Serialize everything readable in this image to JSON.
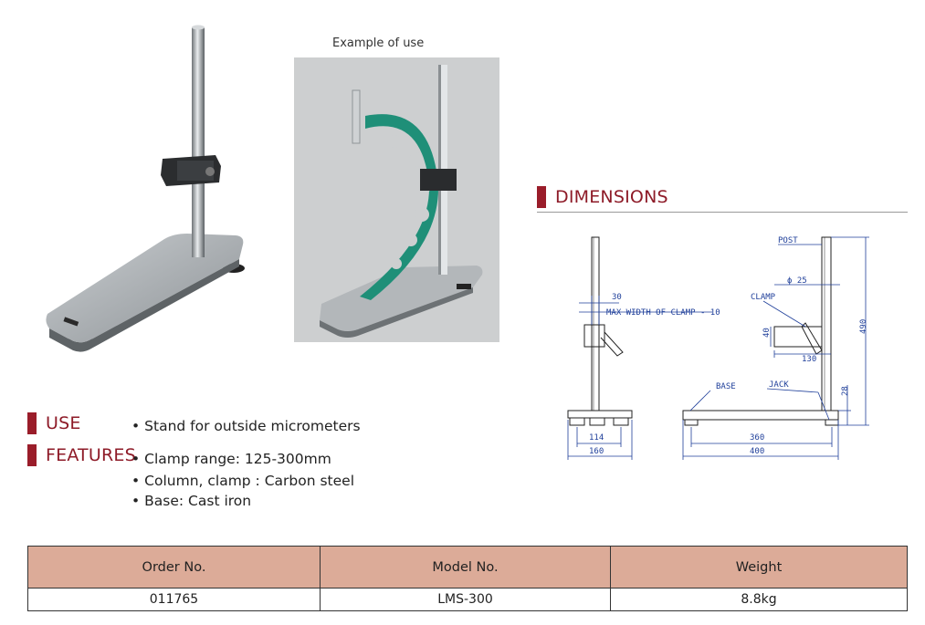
{
  "photo_caption": "Example of use",
  "sections": {
    "dimensions": "DIMENSIONS",
    "use": "USE",
    "features": "FEATURES"
  },
  "use_items": [
    "Stand for outside micrometers"
  ],
  "feature_items": [
    "Clamp range: 125-300mm",
    "Column, clamp : Carbon steel",
    "Base: Cast iron"
  ],
  "drawing_labels": {
    "post": "POST",
    "phi25": "ϕ 25",
    "clamp": "CLAMP",
    "base": "BASE",
    "jack": "JACK",
    "d30": "30",
    "max_width": "MAX WIDTH OF CLAMP - 10",
    "d40": "40",
    "d130": "130",
    "d490": "490",
    "d28": "28",
    "d114": "114",
    "d160": "160",
    "d360": "360",
    "d400": "400"
  },
  "table": {
    "headers": [
      "Order No.",
      "Model No.",
      "Weight"
    ],
    "rows": [
      [
        "011765",
        "LMS-300",
        "8.8kg"
      ]
    ]
  },
  "colors": {
    "accent": "#9a1d2a",
    "table_header": "#dcab98",
    "drawing_text": "#1f3f9a"
  }
}
